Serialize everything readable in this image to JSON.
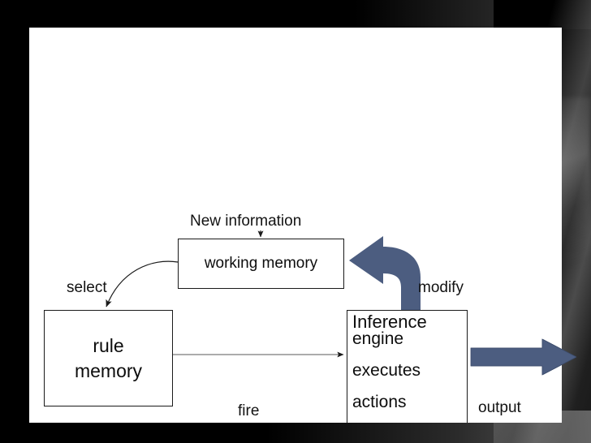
{
  "slide": {
    "background_color": "#000000",
    "canvas_color": "#ffffff",
    "accent_color": "#4c5d80",
    "line_color": "#1a1a1a",
    "text_color": "#121212"
  },
  "diagram": {
    "title_label": "New information",
    "nodes": [
      {
        "id": "working-memory",
        "label": "working memory"
      },
      {
        "id": "rule-memory",
        "line1": "rule",
        "line2": "memory"
      },
      {
        "id": "inference-engine",
        "line1": "Inference",
        "line2": "engine",
        "line3": "executes",
        "line4": "actions"
      }
    ],
    "edges": [
      {
        "id": "new-information",
        "label": "New information",
        "style": "thin-arrow-down"
      },
      {
        "id": "select",
        "label": "select",
        "style": "thin-curved-arrow"
      },
      {
        "id": "fire",
        "label": "fire",
        "style": "thin-arrow-right"
      },
      {
        "id": "modify",
        "label": "modify",
        "style": "blue-block-curved-arrow"
      },
      {
        "id": "output",
        "label": "output",
        "style": "blue-block-arrow-right"
      }
    ]
  }
}
